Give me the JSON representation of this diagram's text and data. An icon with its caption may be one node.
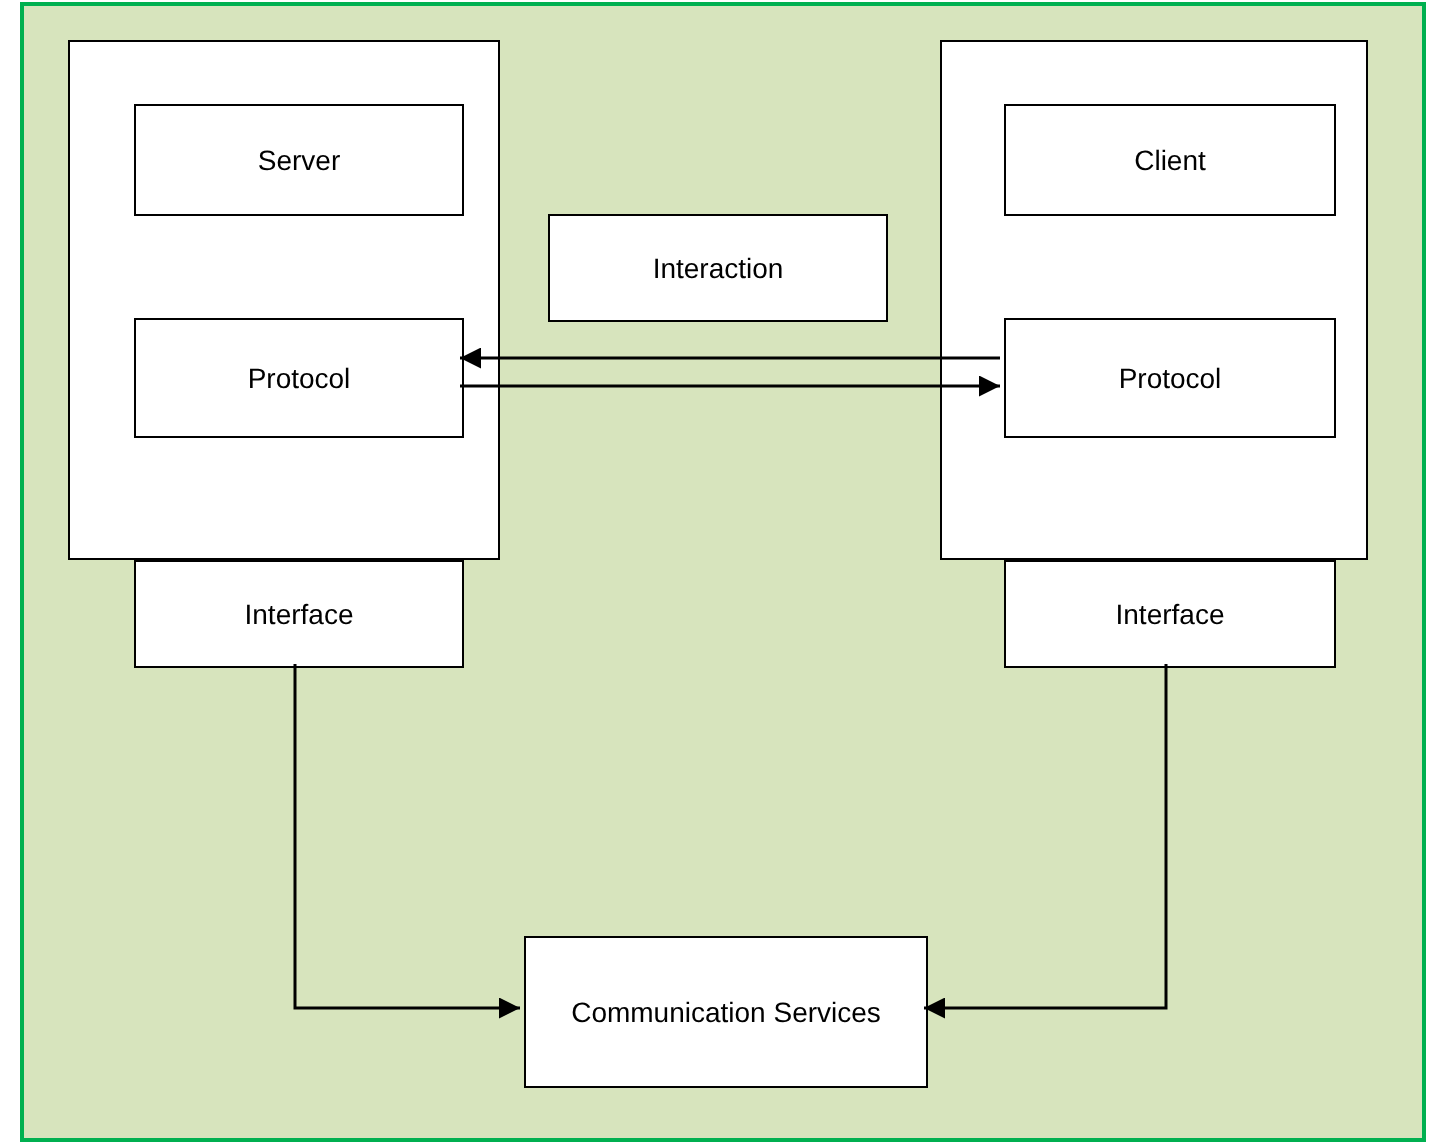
{
  "diagram": {
    "nodes": [
      {
        "text": [],
        "shape": "box"
      },
      {
        "text": [
          "Server"
        ],
        "in": 0
      },
      {
        "text": [
          "Protocol"
        ],
        "in": 0
      },
      {
        "text": [
          "Interface"
        ]
      },
      {
        "text": [
          "Interaction"
        ]
      },
      {
        "text": [],
        "shape": "box"
      },
      {
        "text": [
          "Client"
        ],
        "in": 5
      },
      {
        "text": [
          "Protocol"
        ],
        "in": 5
      },
      {
        "text": [
          "Interface"
        ]
      },
      {
        "text": [
          "Communication Services"
        ]
      }
    ],
    "edges": [
      {
        "from": 7,
        "to": 2,
        "arrow": "to"
      },
      {
        "from": 2,
        "to": 7,
        "arrow": "to"
      },
      {
        "from": 3,
        "to": 9,
        "arrow": "to"
      },
      {
        "from": 8,
        "to": 9,
        "arrow": "to"
      }
    ]
  }
}
